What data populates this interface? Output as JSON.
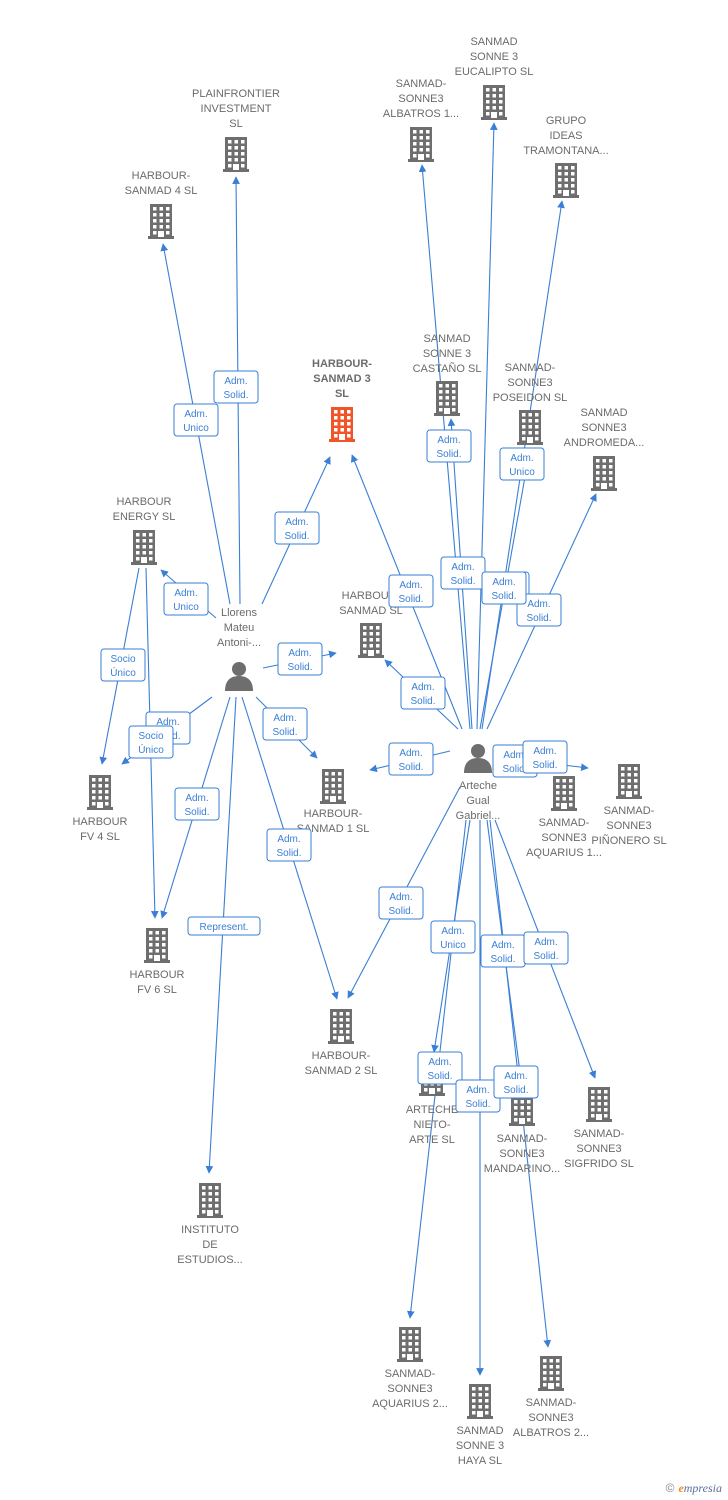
{
  "colors": {
    "edge": "#3a7fd5",
    "company": "#6e6e6e",
    "focus": "#f0552a",
    "person": "#6e6e6e"
  },
  "nodes": [
    {
      "id": "harbour-sanmad-3",
      "type": "focus",
      "label": [
        "HARBOUR-",
        "SANMAD 3",
        "SL"
      ]
    },
    {
      "id": "plainfrontier",
      "type": "company",
      "label": [
        "PLAINFRONTIER",
        "INVESTMENT",
        "SL"
      ]
    },
    {
      "id": "harbour-sanmad-4",
      "type": "company",
      "label": [
        "HARBOUR-",
        "SANMAD 4  SL"
      ]
    },
    {
      "id": "sanmad-albatros-1",
      "type": "company",
      "label": [
        "SANMAD-",
        "SONNE3",
        "ALBATROS 1..."
      ]
    },
    {
      "id": "sanmad-eucalipto",
      "type": "company",
      "label": [
        "SANMAD",
        "SONNE 3",
        "EUCALIPTO  SL"
      ]
    },
    {
      "id": "grupo-ideas",
      "type": "company",
      "label": [
        "GRUPO",
        "IDEAS",
        "TRAMONTANA..."
      ]
    },
    {
      "id": "sanmad-castano",
      "type": "company",
      "label": [
        "SANMAD",
        "SONNE 3",
        "CASTAÑO  SL"
      ]
    },
    {
      "id": "sanmad-poseidon",
      "type": "company",
      "label": [
        "SANMAD-",
        "SONNE3",
        "POSEIDON  SL"
      ]
    },
    {
      "id": "sanmad-andromeda",
      "type": "company",
      "label": [
        "SANMAD",
        "SONNE3",
        "ANDROMEDA..."
      ]
    },
    {
      "id": "harbour-energy",
      "type": "company",
      "label": [
        "HARBOUR",
        "ENERGY  SL"
      ]
    },
    {
      "id": "harbour-sanmad-sl",
      "type": "company",
      "label": [
        "HARBOUR-",
        "SANMAD  SL"
      ]
    },
    {
      "id": "llorens",
      "type": "person",
      "label": [
        "Llorens",
        "Mateu",
        "Antoni-..."
      ]
    },
    {
      "id": "arteche",
      "type": "person",
      "label": [
        "Arteche",
        "Gual",
        "Gabriel..."
      ]
    },
    {
      "id": "harbour-fv4",
      "type": "company",
      "label": [
        "HARBOUR",
        "FV 4  SL"
      ]
    },
    {
      "id": "harbour-sanmad-1",
      "type": "company",
      "label": [
        "HARBOUR-",
        "SANMAD 1  SL"
      ]
    },
    {
      "id": "sanmad-aquarius-1",
      "type": "company",
      "label": [
        "SANMAD-",
        "SONNE3",
        "AQUARIUS 1..."
      ]
    },
    {
      "id": "sanmad-pinonero",
      "type": "company",
      "label": [
        "SANMAD-",
        "SONNE3",
        "PIÑONERO  SL"
      ]
    },
    {
      "id": "harbour-fv6",
      "type": "company",
      "label": [
        "HARBOUR",
        "FV 6  SL"
      ]
    },
    {
      "id": "harbour-sanmad-2",
      "type": "company",
      "label": [
        "HARBOUR-",
        "SANMAD 2  SL"
      ]
    },
    {
      "id": "arteche-nieto",
      "type": "company",
      "label": [
        "ARTECHE",
        "NIETO-",
        "ARTE  SL"
      ]
    },
    {
      "id": "sanmad-mandarino",
      "type": "company",
      "label": [
        "SANMAD-",
        "SONNE3",
        "MANDARINO..."
      ]
    },
    {
      "id": "sanmad-sigfrido",
      "type": "company",
      "label": [
        "SANMAD-",
        "SONNE3",
        "SIGFRIDO  SL"
      ]
    },
    {
      "id": "instituto",
      "type": "company",
      "label": [
        "INSTITUTO",
        "DE",
        "ESTUDIOS..."
      ]
    },
    {
      "id": "sanmad-aquarius-2",
      "type": "company",
      "label": [
        "SANMAD-",
        "SONNE3",
        "AQUARIUS 2..."
      ]
    },
    {
      "id": "sanmad-haya",
      "type": "company",
      "label": [
        "SANMAD",
        "SONNE 3",
        "HAYA  SL"
      ]
    },
    {
      "id": "sanmad-albatros-2",
      "type": "company",
      "label": [
        "SANMAD-",
        "SONNE3",
        "ALBATROS 2..."
      ]
    }
  ],
  "edges": [
    {
      "from": "llorens",
      "to": "plainfrontier",
      "label": [
        "Adm.",
        "Solid."
      ]
    },
    {
      "from": "llorens",
      "to": "harbour-sanmad-4",
      "label": [
        "Adm.",
        "Unico"
      ]
    },
    {
      "from": "llorens",
      "to": "harbour-sanmad-3",
      "label": [
        "Adm.",
        "Solid."
      ]
    },
    {
      "from": "llorens",
      "to": "harbour-energy",
      "label": [
        "Adm.",
        "Unico"
      ]
    },
    {
      "from": "llorens",
      "to": "harbour-sanmad-sl",
      "label": [
        "Adm.",
        "Solid."
      ]
    },
    {
      "from": "llorens",
      "to": "harbour-fv4",
      "label": [
        "Adm.",
        "Solid."
      ]
    },
    {
      "from": "llorens",
      "to": "harbour-sanmad-1",
      "label": [
        "Adm.",
        "Solid."
      ]
    },
    {
      "from": "llorens",
      "to": "harbour-fv6",
      "label": [
        "Adm.",
        "Solid."
      ]
    },
    {
      "from": "llorens",
      "to": "harbour-sanmad-2",
      "label": [
        "Adm.",
        "Solid."
      ]
    },
    {
      "from": "llorens",
      "to": "instituto",
      "label": [
        "Represent."
      ]
    },
    {
      "from": "harbour-energy",
      "to": "harbour-fv4",
      "label": [
        "Socio",
        "Único"
      ]
    },
    {
      "from": "harbour-energy",
      "to": "harbour-fv6",
      "label": [
        "Socio",
        "Único"
      ]
    },
    {
      "from": "arteche",
      "to": "harbour-sanmad-3",
      "label": [
        "Adm.",
        "Solid."
      ]
    },
    {
      "from": "arteche",
      "to": "sanmad-albatros-1",
      "label": [
        "Adm.",
        "Solid."
      ]
    },
    {
      "from": "arteche",
      "to": "sanmad-eucalipto",
      "label": [
        "Adm.",
        "Solid."
      ]
    },
    {
      "from": "arteche",
      "to": "grupo-ideas",
      "label": [
        "Adm.",
        "Solid."
      ]
    },
    {
      "from": "arteche",
      "to": "sanmad-castano",
      "label": [
        "Adm.",
        "Solid."
      ]
    },
    {
      "from": "arteche",
      "to": "sanmad-poseidon",
      "label": [
        "Adm.",
        "Unico"
      ]
    },
    {
      "from": "arteche",
      "to": "sanmad-andromeda",
      "label": [
        "Adm.",
        "Solid."
      ]
    },
    {
      "from": "arteche",
      "to": "harbour-sanmad-sl",
      "label": [
        "Adm.",
        "Solid."
      ]
    },
    {
      "from": "arteche",
      "to": "harbour-sanmad-1",
      "label": [
        "Adm.",
        "Solid."
      ]
    },
    {
      "from": "arteche",
      "to": "sanmad-aquarius-1",
      "label": [
        "Adm.",
        "Solid."
      ]
    },
    {
      "from": "arteche",
      "to": "sanmad-pinonero",
      "label": [
        "Adm.",
        "Solid."
      ]
    },
    {
      "from": "arteche",
      "to": "harbour-sanmad-2",
      "label": [
        "Adm.",
        "Solid."
      ]
    },
    {
      "from": "arteche",
      "to": "arteche-nieto",
      "label": [
        "Adm.",
        "Unico"
      ]
    },
    {
      "from": "arteche",
      "to": "sanmad-mandarino",
      "label": [
        "Adm.",
        "Solid."
      ]
    },
    {
      "from": "arteche",
      "to": "sanmad-sigfrido",
      "label": [
        "Adm.",
        "Solid."
      ]
    },
    {
      "from": "arteche",
      "to": "sanmad-aquarius-2",
      "label": [
        "Adm.",
        "Solid."
      ]
    },
    {
      "from": "arteche",
      "to": "sanmad-haya",
      "label": [
        "Adm.",
        "Solid."
      ]
    },
    {
      "from": "arteche",
      "to": "sanmad-albatros-2",
      "label": [
        "Adm.",
        "Solid."
      ]
    }
  ],
  "footer": {
    "copyright": "©",
    "brand_initial": "e",
    "brand_rest": "mpresia"
  }
}
